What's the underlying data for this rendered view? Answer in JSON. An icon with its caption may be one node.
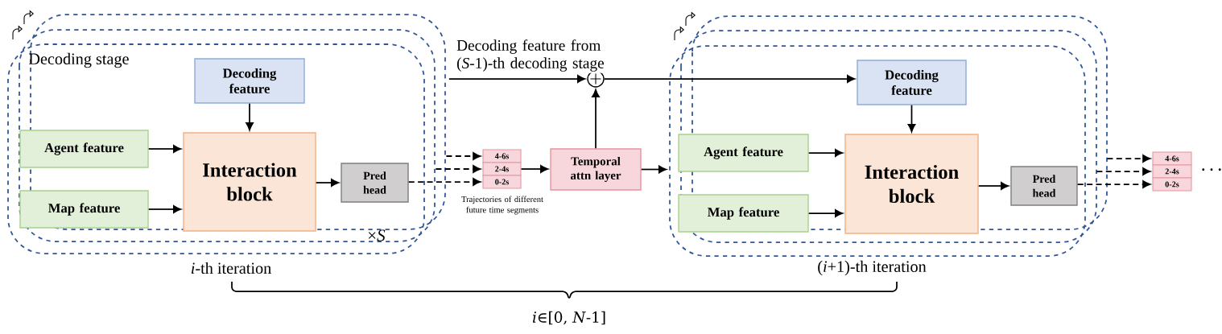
{
  "diagram": {
    "nodes": [
      {
        "text": [
          "Decoding stage",
          "×*S*"
        ],
        "beside": [
          "*i*-th iteration"
        ]
      },
      {
        "text": [
          "Decoding feature"
        ],
        "in": 0
      },
      {
        "text": [
          "Agent feature"
        ],
        "in": 0
      },
      {
        "text": [
          "Map feature"
        ],
        "in": 0
      },
      {
        "text": [
          "Interaction block"
        ],
        "in": 0
      },
      {
        "text": [
          "Pred head"
        ],
        "in": 0
      },
      {
        "text": [
          "4-6s"
        ]
      },
      {
        "text": [
          "2-4s"
        ]
      },
      {
        "text": [
          "0-2s"
        ]
      },
      {
        "text": [
          "Temporal attn layer"
        ]
      },
      {
        "text": [],
        "shape": "circle"
      },
      {
        "text": [],
        "shape": "box",
        "beside": [
          "(*i*+1)-th iteration"
        ]
      },
      {
        "text": [
          "Decoding feature"
        ],
        "in": 11
      },
      {
        "text": [
          "Agent feature"
        ],
        "in": 11
      },
      {
        "text": [
          "Map feature"
        ],
        "in": 11
      },
      {
        "text": [
          "Interaction block"
        ],
        "in": 11
      },
      {
        "text": [
          "Pred head"
        ],
        "in": 11
      },
      {
        "text": [
          "4-6s"
        ]
      },
      {
        "text": [
          "2-4s"
        ]
      },
      {
        "text": [
          "0-2s"
        ]
      }
    ],
    "edges": [
      {
        "from": 1,
        "to": 4,
        "arrow": "to"
      },
      {
        "from": 2,
        "to": 4,
        "arrow": "to"
      },
      {
        "from": 3,
        "to": 4,
        "arrow": "to"
      },
      {
        "from": 4,
        "to": 5,
        "arrow": "to"
      },
      {
        "from": 5,
        "to": 8,
        "arrow": "to",
        "style": "dashed"
      },
      {
        "from": 0,
        "to": 7,
        "arrow": "to",
        "style": "dashed"
      },
      {
        "from": 0,
        "to": 6,
        "arrow": "to",
        "style": "dashed"
      },
      {
        "from": 7,
        "to": 9,
        "arrow": "to"
      },
      {
        "from": 9,
        "to": 11,
        "arrow": "to"
      },
      {
        "from": 9,
        "to": 10,
        "arrow": "to"
      },
      {
        "from": 0,
        "to": 10,
        "arrow": "to",
        "label": "Decoding feature from (*S*-1)-th decoding stage"
      },
      {
        "from": 10,
        "to": 12,
        "arrow": "to"
      },
      {
        "from": 12,
        "to": 15,
        "arrow": "to"
      },
      {
        "from": 13,
        "to": 15,
        "arrow": "to"
      },
      {
        "from": 14,
        "to": 15,
        "arrow": "to"
      },
      {
        "from": 15,
        "to": 16,
        "arrow": "to"
      },
      {
        "from": 16,
        "to": 19,
        "arrow": "to",
        "style": "dashed"
      },
      {
        "from": 11,
        "to": 18,
        "arrow": "to",
        "style": "dashed"
      },
      {
        "from": 11,
        "to": 17,
        "arrow": "to",
        "style": "dashed"
      }
    ],
    "labels": [
      "Trajectories of different future time segments",
      "· · ·",
      "*i*∈[0, *N*-1]"
    ]
  }
}
